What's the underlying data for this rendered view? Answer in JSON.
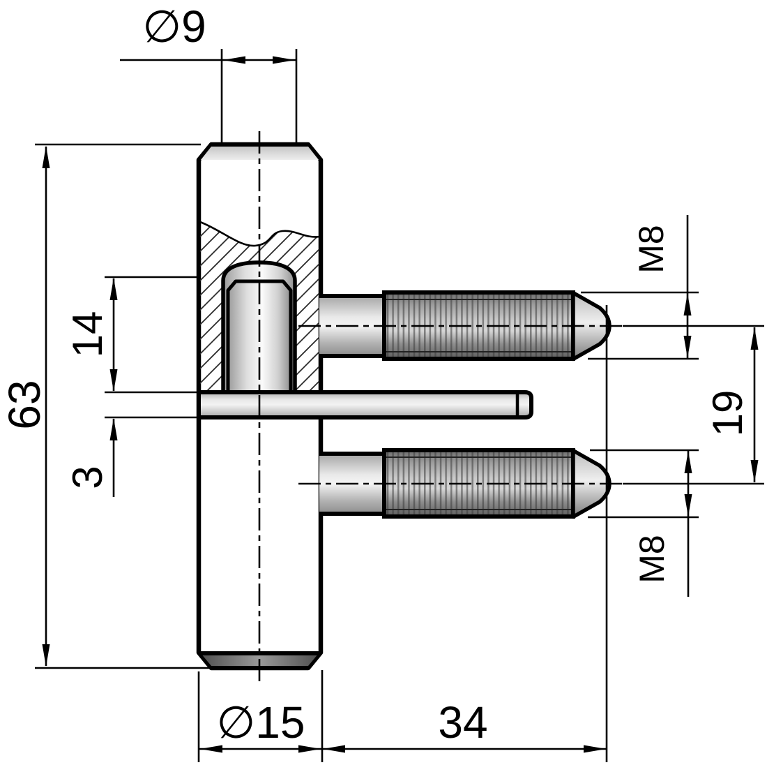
{
  "drawing": {
    "kind": "technical-dimension-drawing",
    "background": "#ffffff",
    "line_color": "#000000",
    "labels": {
      "pin_diameter": "∅9",
      "body_height": "63",
      "pin_height": "14",
      "plate_thickness": "3",
      "body_diameter": "∅15",
      "screw_length": "34",
      "thread_upper": "M8",
      "screw_distance": "19",
      "thread_lower": "M8"
    }
  }
}
